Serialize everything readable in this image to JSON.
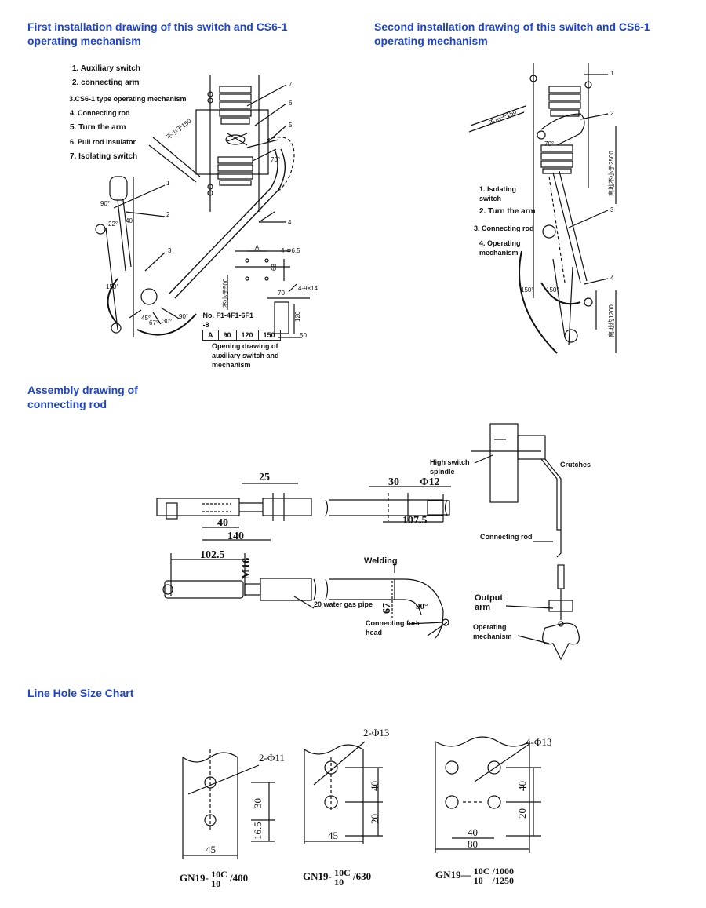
{
  "headings": {
    "first": "First installation drawing of this switch and CS6-1 operating mechanism",
    "second": "Second installation drawing of this switch and CS6-1 operating mechanism",
    "assembly": "Assembly drawing of connecting rod",
    "hole_chart": "Line Hole Size Chart"
  },
  "first_drawing": {
    "legend": [
      "1. Auxiliary switch",
      "2. connecting arm",
      "3.CS6-1 type operating mechanism",
      "4. Connecting rod",
      "5. Turn the arm",
      "6. Pull rod insulator",
      "7. Isolating switch"
    ],
    "callouts": [
      "1",
      "2",
      "3",
      "4",
      "5",
      "6",
      "7"
    ],
    "angles": [
      "90°",
      "22°",
      "150°",
      "70°",
      "45°",
      "67°",
      "30°",
      "90°"
    ],
    "dims": [
      "40",
      "A",
      "4-Φ6.5",
      "68",
      "不小于500",
      "70",
      "4-9×14",
      "120",
      "50",
      "不小于150"
    ],
    "table": {
      "row1": [
        "No. F1-4F1-6F1",
        "",
        "",
        ""
      ],
      "row2": [
        "-8",
        "",
        "",
        ""
      ],
      "row3": [
        "A",
        "90",
        "120",
        "150"
      ]
    },
    "opening_caption": "Opening drawing of auxiliary switch and mechanism"
  },
  "second_drawing": {
    "legend": [
      "1. Isolating switch",
      "2. Turn the arm",
      "3. Connecting rod",
      "4. Operating mechanism"
    ],
    "callouts": [
      "1",
      "2",
      "3",
      "4"
    ],
    "angles": [
      "70°",
      "150°",
      "150°"
    ],
    "dims": [
      "不小于150",
      "离地不小于2500",
      "离地约1200"
    ]
  },
  "assembly_drawing": {
    "dims": [
      "25",
      "40",
      "140",
      "30",
      "Φ12",
      "107.5",
      "102.5",
      "M16",
      "67",
      "90°"
    ],
    "labels": {
      "welding": "Welding",
      "water_pipe": "20 water gas pipe",
      "fork_head": "Connecting fork head",
      "spindle": "High switch spindle",
      "crutches": "Crutches",
      "connecting_rod": "Connecting rod",
      "output_arm": "Output arm",
      "mechanism": "Operating mechanism"
    }
  },
  "hole_chart": {
    "items": [
      {
        "hole": "2-Φ11",
        "dims": [
          "30",
          "16.5",
          "45"
        ],
        "model_main": "GN19-",
        "model_top": "10C",
        "model_bottom": "10",
        "model_rating": "/400"
      },
      {
        "hole": "2-Φ13",
        "dims": [
          "40",
          "20",
          "45"
        ],
        "model_main": "GN19-",
        "model_top": "10C",
        "model_bottom": "10",
        "model_rating": "/630"
      },
      {
        "hole": "4-Φ13",
        "dims": [
          "40",
          "20",
          "40",
          "80"
        ],
        "model_main": "GN19—",
        "model_top": "10C",
        "model_bottom": "10",
        "model_rating": "/1000",
        "model_rating2": "/1250"
      }
    ]
  }
}
